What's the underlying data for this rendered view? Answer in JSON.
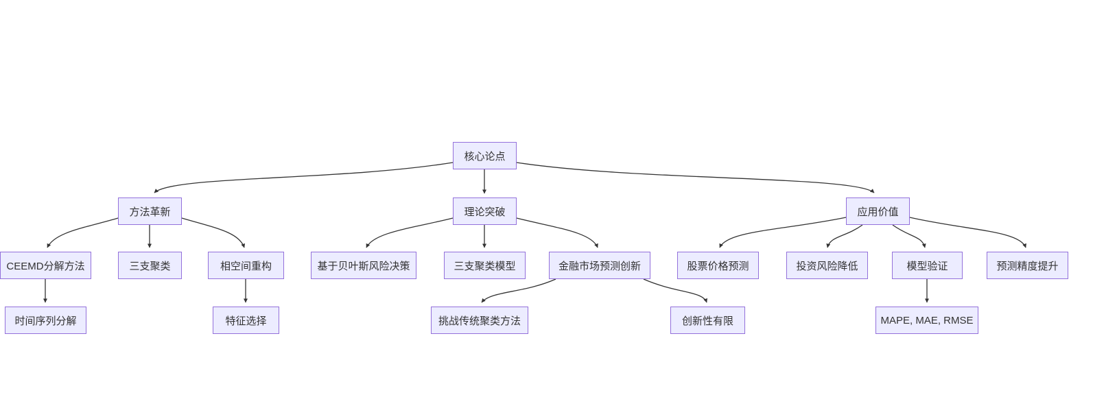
{
  "diagram": {
    "type": "flowchart",
    "direction": "top-down",
    "colors": {
      "background": "#ffffff",
      "node_fill": "#ECECFF",
      "node_border": "#9370DB",
      "node_text": "#333333",
      "edge_stroke": "#333333"
    },
    "nodes": {
      "root": {
        "label": "核心论点"
      },
      "method": {
        "label": "方法革新"
      },
      "theory": {
        "label": "理论突破"
      },
      "application": {
        "label": "应用价值"
      },
      "ceemd": {
        "label": "CEEMD分解方法"
      },
      "three_way": {
        "label": "三支聚类"
      },
      "phase_space": {
        "label": "相空间重构"
      },
      "bayes": {
        "label": "基于贝叶斯风险决策"
      },
      "three_way_model": {
        "label": "三支聚类模型"
      },
      "finance_innovation": {
        "label": "金融市场预测创新"
      },
      "stock": {
        "label": "股票价格预测"
      },
      "risk": {
        "label": "投资风险降低"
      },
      "validation": {
        "label": "模型验证"
      },
      "accuracy": {
        "label": "预测精度提升"
      },
      "time_series": {
        "label": "时间序列分解"
      },
      "feature": {
        "label": "特征选择"
      },
      "challenge": {
        "label": "挑战传统聚类方法"
      },
      "limited": {
        "label": "创新性有限"
      },
      "metrics": {
        "label": "MAPE, MAE, RMSE"
      }
    },
    "edges": [
      {
        "from": "核心论点",
        "to": "方法革新"
      },
      {
        "from": "核心论点",
        "to": "理论突破"
      },
      {
        "from": "核心论点",
        "to": "应用价值"
      },
      {
        "from": "方法革新",
        "to": "CEEMD分解方法"
      },
      {
        "from": "方法革新",
        "to": "三支聚类"
      },
      {
        "from": "方法革新",
        "to": "相空间重构"
      },
      {
        "from": "理论突破",
        "to": "基于贝叶斯风险决策"
      },
      {
        "from": "理论突破",
        "to": "三支聚类模型"
      },
      {
        "from": "理论突破",
        "to": "金融市场预测创新"
      },
      {
        "from": "应用价值",
        "to": "股票价格预测"
      },
      {
        "from": "应用价值",
        "to": "投资风险降低"
      },
      {
        "from": "应用价值",
        "to": "模型验证"
      },
      {
        "from": "应用价值",
        "to": "预测精度提升"
      },
      {
        "from": "CEEMD分解方法",
        "to": "时间序列分解"
      },
      {
        "from": "相空间重构",
        "to": "特征选择"
      },
      {
        "from": "金融市场预测创新",
        "to": "挑战传统聚类方法"
      },
      {
        "from": "金融市场预测创新",
        "to": "创新性有限"
      },
      {
        "from": "模型验证",
        "to": "MAPE, MAE, RMSE"
      }
    ]
  }
}
